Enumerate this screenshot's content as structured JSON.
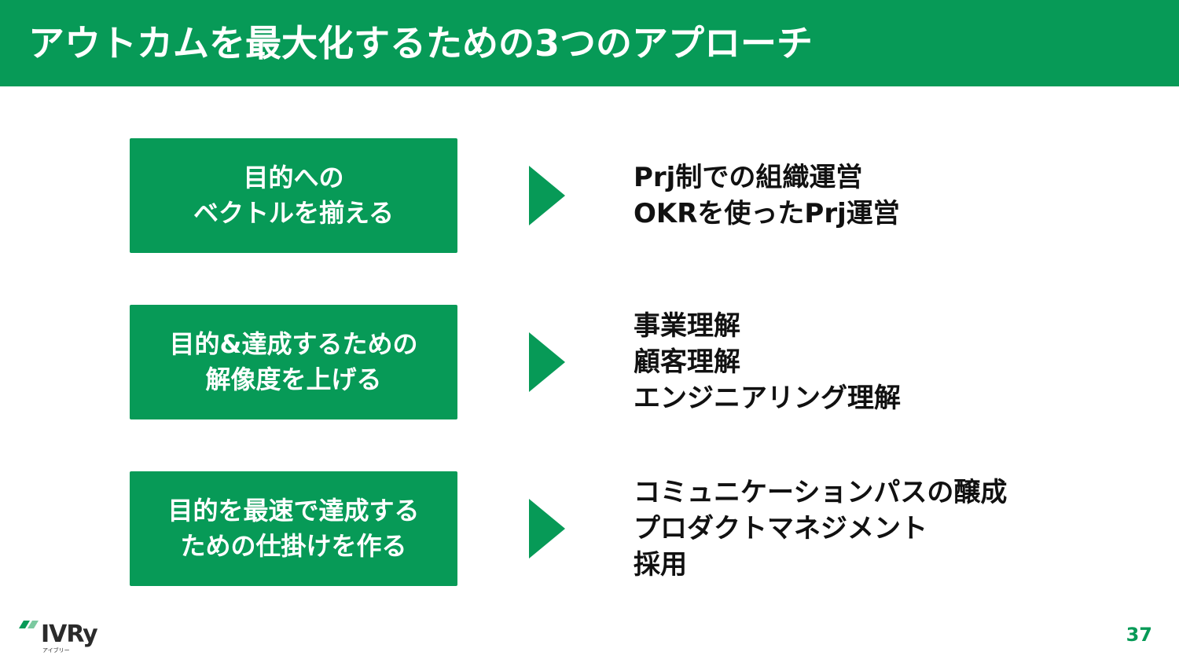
{
  "slide": {
    "title": "アウトカムを最大化するための3つのアプローチ",
    "page_number": "37"
  },
  "rows": [
    {
      "goal_lines": [
        "目的への",
        "ベクトルを揃える"
      ],
      "methods": [
        "Prj制での組織運営",
        "OKRを使ったPrj運営"
      ]
    },
    {
      "goal_lines": [
        "目的&達成するための",
        "解像度を上げる"
      ],
      "methods": [
        "事業理解",
        "顧客理解",
        "エンジニアリング理解"
      ]
    },
    {
      "goal_lines": [
        "目的を最速で達成する",
        "ための仕掛けを作る"
      ],
      "methods": [
        "コミュニケーションパスの醸成",
        "プロダクトマネジメント",
        "採用"
      ]
    }
  ],
  "logo": {
    "text": "IVRy",
    "sub": "アイブリー"
  },
  "colors": {
    "brand_green": "#079a57",
    "text": "#111111"
  },
  "icons": {
    "arrow": "triangle-right-icon"
  }
}
